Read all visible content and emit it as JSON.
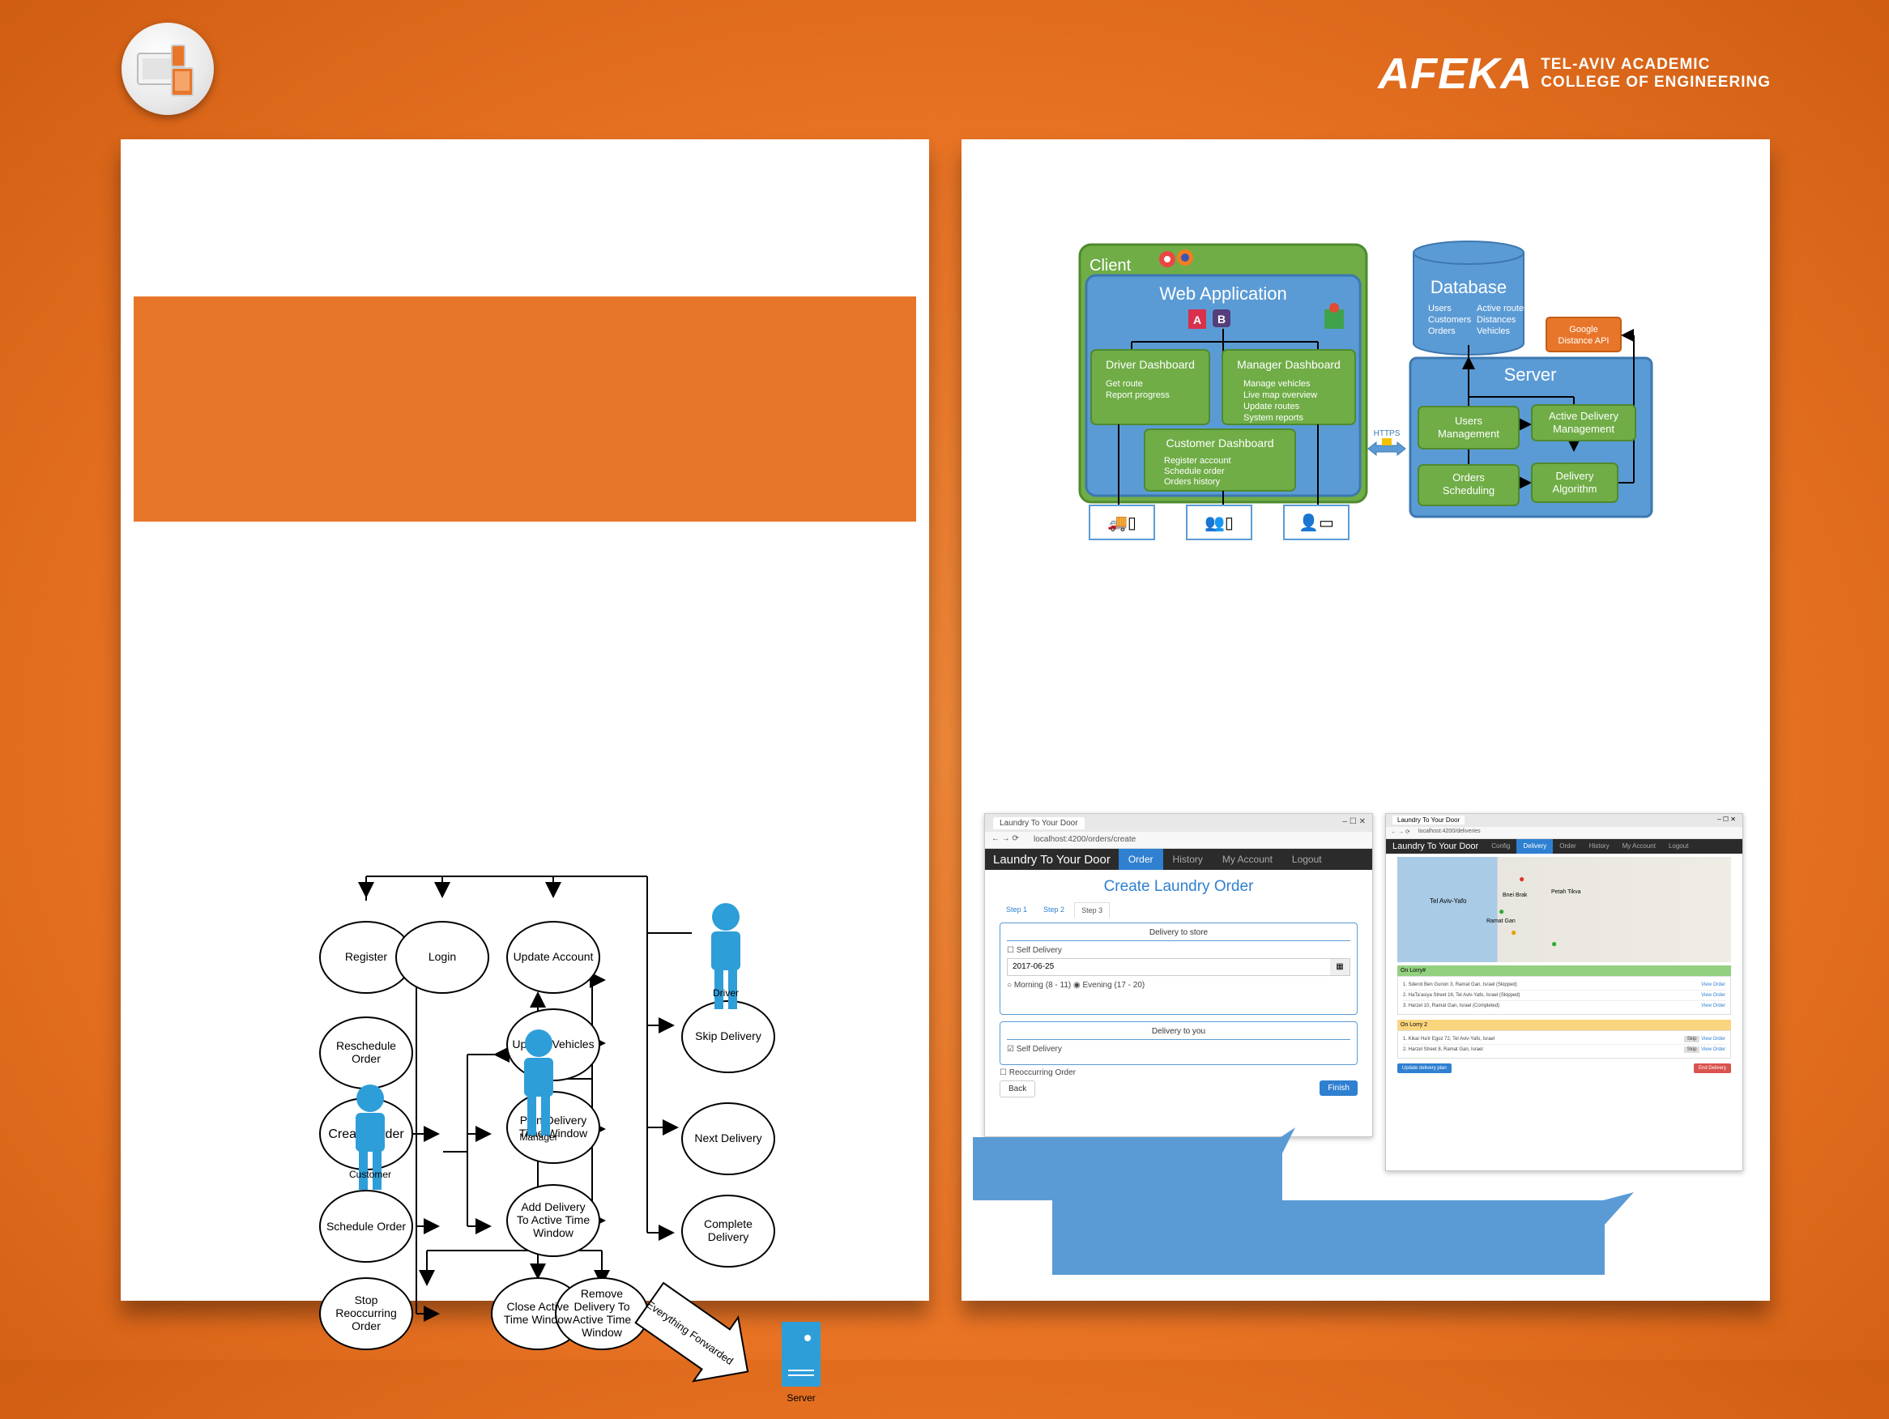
{
  "brand": {
    "mark": "AFEKA",
    "line1": "TEL-AVIV ACADEMIC",
    "line2": "COLLEGE OF ENGINEERING",
    "logo_icon": "devices-icon"
  },
  "use_case": {
    "actors": {
      "customer": "Customer",
      "manager": "Manager",
      "driver": "Driver",
      "server": "Server"
    },
    "cases": {
      "register": "Register",
      "login": "Login",
      "update_account": "Update Account",
      "reschedule_l1": "Reschedule",
      "reschedule_l2": "Order",
      "update_vehicles": "Update Vehicles",
      "skip_delivery": "Skip Delivery",
      "create_order": "Create Order",
      "plan_l1": "Plan Delivery",
      "plan_l2": "Time Window",
      "next_delivery": "Next Delivery",
      "schedule_order": "Schedule Order",
      "add_l1": "Add Delivery",
      "add_l2": "To Active Time",
      "add_l3": "Window",
      "complete_l1": "Complete",
      "complete_l2": "Delivery",
      "stop_l1": "Stop",
      "stop_l2": "Reoccurring",
      "stop_l3": "Order",
      "close_l1": "Close Active",
      "close_l2": "Time Window",
      "remove_l1": "Remove",
      "remove_l2": "Delivery To",
      "remove_l3": "Active Time",
      "remove_l4": "Window"
    },
    "forward_label": "Everything Forwarded"
  },
  "architecture": {
    "client": "Client",
    "web_app": "Web Application",
    "driver_dash": {
      "title": "Driver Dashboard",
      "items": [
        "Get route",
        "Report progress"
      ]
    },
    "manager_dash": {
      "title": "Manager Dashboard",
      "items": [
        "Manage vehicles",
        "Live map overview",
        "Update routes",
        "System reports"
      ]
    },
    "customer_dash": {
      "title": "Customer Dashboard",
      "items": [
        "Register account",
        "Schedule order",
        "Orders history"
      ]
    },
    "database": {
      "title": "Database",
      "col1": [
        "Users",
        "Customers",
        "Orders"
      ],
      "col2": [
        "Active routes",
        "Distances",
        "Vehicles"
      ]
    },
    "google_api_l1": "Google",
    "google_api_l2": "Distance API",
    "https": "HTTPS",
    "server": "Server",
    "users_mgmt_l1": "Users",
    "users_mgmt_l2": "Management",
    "active_mgmt_l1": "Active Delivery",
    "active_mgmt_l2": "Management",
    "orders_sched_l1": "Orders",
    "orders_sched_l2": "Scheduling",
    "delivery_alg_l1": "Delivery",
    "delivery_alg_l2": "Algorithm",
    "framework_badges": {
      "angular": "A",
      "bootstrap": "B"
    }
  },
  "shot_order": {
    "tab": "Laundry To Your Door",
    "url": "localhost:4200/orders/create",
    "app_title": "Laundry To Your Door",
    "nav": [
      "Order",
      "History",
      "My Account",
      "Logout"
    ],
    "heading": "Create Laundry Order",
    "steps": [
      "Step 1",
      "Step 2",
      "Step 3"
    ],
    "to_store": "Delivery to store",
    "self_delivery": "Self Delivery",
    "date": "2017-06-25",
    "time_options": "Morning (8 - 11)  ◉ Evening (17 - 20)",
    "to_you": "Delivery to you",
    "self_delivery_checked": "Self Delivery",
    "reoccurring": "Reoccurring Order",
    "back": "Back",
    "finish": "Finish"
  },
  "shot_delivery": {
    "tab": "Laundry To Your Door",
    "url": "localhost:4200/deliveries",
    "app_title": "Laundry To Your Door",
    "nav": [
      "Config",
      "Delivery",
      "Order",
      "History",
      "My Account",
      "Logout"
    ],
    "map_labels": [
      "Tel Aviv-Yafo",
      "Petah Tikva",
      "Bnei Brak",
      "Ramat Gan"
    ],
    "lorry1": "On Lorry#",
    "lorry1_rows": [
      "1. Sderot Ben Gurion 3, Ramat Gan, Israel (Skipped)",
      "2. HaTa'asiya Street 16, Tel Aviv-Yafo, Israel (Skipped)",
      "3. Harzel 10, Ramat Gan, Israel (Completed)"
    ],
    "view_order": "View Order",
    "lorry2": "On Lorry 2",
    "lorry2_rows": [
      "1. Kikar Ha'ir Egoz 72, Tel Aviv-Yafo, Israel",
      "2. Harzel Street 8, Ramat Gan, Israel"
    ],
    "skip": "Skip",
    "update_plan": "Update delivery plan",
    "end_delivery": "End Delivery"
  },
  "colors": {
    "bg_orange": "#ea7425",
    "accent_orange": "#e8762a",
    "green": "#70ad47",
    "blue": "#5b9bd5",
    "app_blue": "#2f80d1"
  }
}
